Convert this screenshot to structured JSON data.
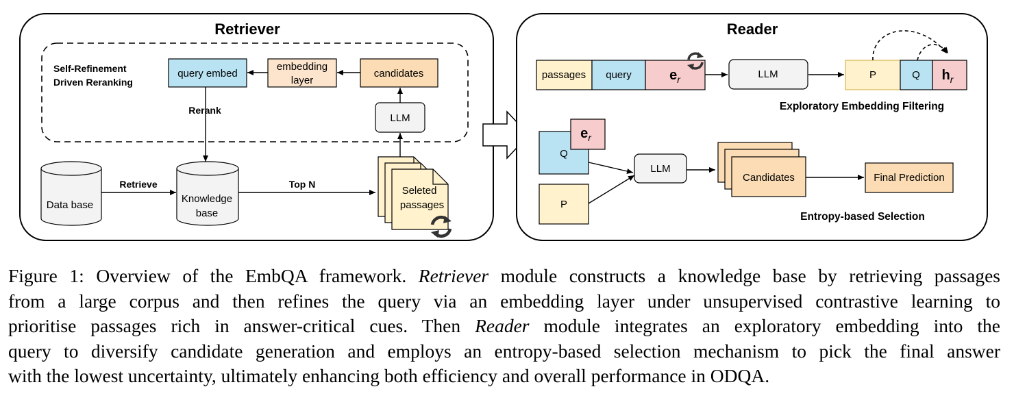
{
  "retriever": {
    "title": "Retriever",
    "refinement_label_line1": "Self-Refinement",
    "refinement_label_line2": "Driven Reranking",
    "query_embed": "query embed",
    "embedding_layer_line1": "embedding",
    "embedding_layer_line2": "layer",
    "candidates": "candidates",
    "llm": "LLM",
    "rerank": "Rerank",
    "database": "Data base",
    "retrieve": "Retrieve",
    "knowledge_base_line1": "Knowledge",
    "knowledge_base_line2": "base",
    "top_n": "Top N",
    "selected_line1": "Seleted",
    "selected_line2": "passages"
  },
  "reader": {
    "title": "Reader",
    "passages": "passages",
    "query": "query",
    "e_r_main": "e",
    "e_r_sub": "r",
    "llm_top": "LLM",
    "p_box": "P",
    "q_box": "Q",
    "h_r_main": "h",
    "h_r_sub": "r",
    "exploratory_filtering": "Exploratory Embedding Filtering",
    "q_lower": "Q",
    "e_r_lower_main": "e",
    "e_r_lower_sub": "r",
    "p_lower": "P",
    "llm_bottom": "LLM",
    "candidates": "Candidates",
    "final_prediction": "Final Prediction",
    "entropy_selection": "Entropy-based Selection"
  },
  "caption": {
    "l1_a": "Figure 1: Overview of the EmbQA framework. ",
    "l1_b": "Retriever",
    "l1_c": " module constructs a knowledge base by retrieving passages",
    "l2": "from a large corpus and then refines the query via an embedding layer under unsupervised contrastive learning to",
    "l3_a": "prioritise passages rich in answer-critical cues. Then ",
    "l3_b": "Reader",
    "l3_c": " module integrates an exploratory embedding into the",
    "l4": "query to diversify candidate generation and employs an entropy-based selection mechanism to pick the final answer",
    "l5": "with the lowest uncertainty, ultimately enhancing both efficiency and overall performance in ODQA."
  },
  "colors": {
    "blue": "#b9e3f3",
    "orange": "#fbdcb4",
    "peach": "#fde5cd",
    "yellow": "#fff2cc",
    "red": "#f7cccd",
    "gray": "#f3f3f3"
  }
}
